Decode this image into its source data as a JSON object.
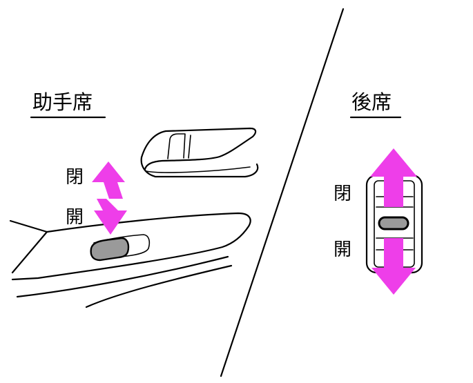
{
  "sections": {
    "front_passenger": {
      "title": "助手席",
      "close_label": "閉",
      "open_label": "開"
    },
    "rear_seat": {
      "title": "後席",
      "close_label": "閉",
      "open_label": "開"
    }
  },
  "colors": {
    "arrow": "#ee3ee9",
    "switch_fill": "#9a9a9a",
    "ink": "#000000"
  },
  "icons": {
    "front_switch_arrow": "double-arrow-up-down-icon",
    "rear_switch_arrow": "double-arrow-up-down-icon"
  }
}
